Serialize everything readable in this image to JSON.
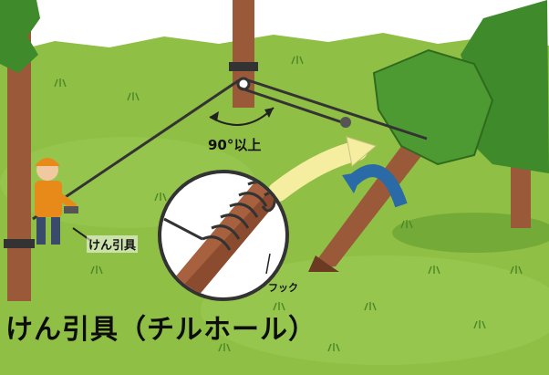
{
  "illustration": {
    "angle_label": "90°以上",
    "winch_label": "けん引具",
    "hook_label": "フック",
    "caption": "けん引具（チルホール）"
  },
  "colors": {
    "sky": "#ffffff",
    "grass": "#8fbf45",
    "grass_dark": "#5e9a2e",
    "trunk": "#9a5a3a",
    "foliage": "#3f8a2a",
    "rope": "#333333",
    "arrow_blue": "#2a6aa6",
    "arrow_yellow": "#f5eea0",
    "worker_orange": "#e88a1a"
  }
}
